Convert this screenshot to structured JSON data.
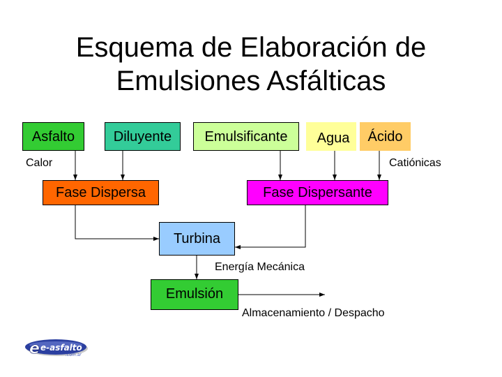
{
  "title": {
    "line1": "Esquema de Elaboración de",
    "line2": "Emulsiones Asfálticas"
  },
  "inputs": {
    "asfalto": "Asfalto",
    "diluyente": "Diluyente",
    "emulsificante": "Emulsificante",
    "agua": "Agua",
    "acido": "Ácido"
  },
  "phases": {
    "dispersa": "Fase Dispersa",
    "dispersante": "Fase Dispersante"
  },
  "process": {
    "turbina": "Turbina",
    "emulsion": "Emulsión"
  },
  "labels": {
    "calor": "Calor",
    "cationicas": "Catiónicas",
    "energia": "Energía Mecánica",
    "almacenamiento": "Almacenamiento / Despacho"
  },
  "logo": {
    "text": "e-asfalto",
    "subtext": ".com.ar"
  },
  "colors": {
    "asfalto": "#33cc33",
    "diluyente": "#33cc99",
    "emulsificante": "#ccff99",
    "agua": "#ffff99",
    "acido": "#ffcc66",
    "dispersa": "#ff6600",
    "dispersante": "#ff00ff",
    "turbina": "#99ccff",
    "emulsion": "#33cc33"
  }
}
